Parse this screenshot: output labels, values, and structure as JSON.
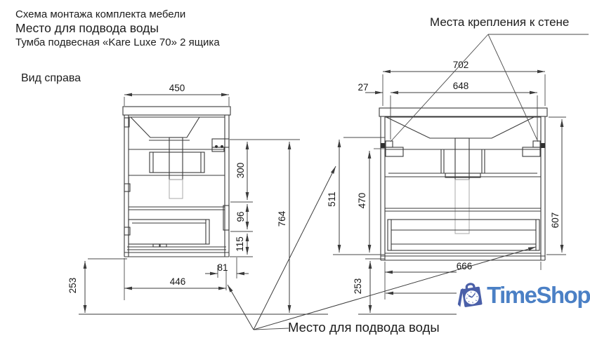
{
  "header": {
    "line1": "Схема монтажа комплекта мебели",
    "line2": "Место для подвода воды",
    "line3": "Тумба подвесная «Kare Luxe 70» 2 ящика"
  },
  "labels": {
    "view": "Вид справа",
    "wall_mount": "Места крепления к стене",
    "water_supply": "Место для подвода воды"
  },
  "side_view": {
    "width": "450",
    "bracket_to_niche": "300",
    "niche_height": "96",
    "niche_to_bottom": "115",
    "total_height": "764",
    "bottom_depth": "446",
    "back_offset": "81",
    "floor_gap": "253"
  },
  "front_view": {
    "width": "702",
    "inner_width": "648",
    "side_offset": "27",
    "bracket_top_to_bottom": "511",
    "bracket_bottom_to_bottom": "470",
    "body_height": "607",
    "inner_bottom_width": "666",
    "floor_gap": "253"
  },
  "logo": {
    "brand": "TimeShop",
    "icon": "clock-shopping-bag",
    "color_bag": "#4a5fa8",
    "color_text": "#4b80c5"
  },
  "colors": {
    "line": "#3c3c3c",
    "text": "#1c1c1c",
    "background": "#ffffff"
  }
}
